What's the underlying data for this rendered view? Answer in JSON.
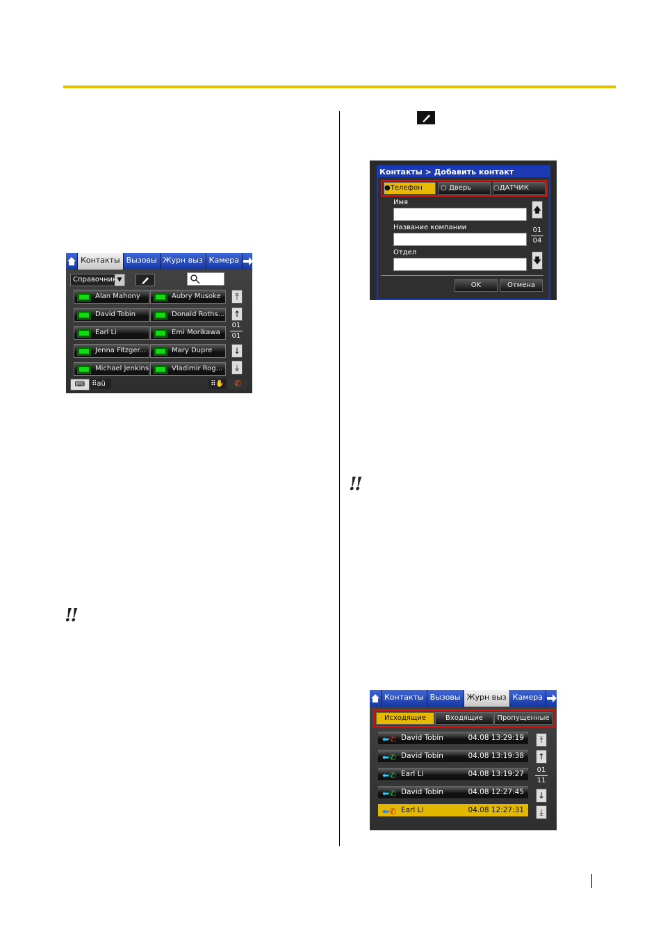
{
  "screen_contacts": {
    "tabs": [
      "Контакты",
      "Вызовы",
      "Журн выз",
      "Камера"
    ],
    "directory_select": "Справочник",
    "contacts": [
      [
        "Alan Mahony",
        "Aubry Musoke"
      ],
      [
        "David Tobin",
        "Donald Roths..."
      ],
      [
        "Earl Li",
        "Emi Morikawa"
      ],
      [
        "Jenna Fitzger...",
        "Mary Dupre"
      ],
      [
        "Michael Jenkins",
        "Vladimir Rog..."
      ]
    ],
    "pager": {
      "current": "01",
      "total": "01"
    },
    "keypad_label": "aü"
  },
  "screen_add_contact": {
    "title": "Контакты > Добавить контакт",
    "types": [
      "Телефон",
      "Дверь",
      "ДАТЧИК"
    ],
    "fields": [
      "Имя",
      "Название компании",
      "Отдел"
    ],
    "pager": {
      "current": "01",
      "total": "04"
    },
    "ok": "OK",
    "cancel": "Отмена"
  },
  "screen_call_log": {
    "tabs": [
      "Контакты",
      "Вызовы",
      "Журн выз",
      "Камера"
    ],
    "filters": [
      "Исходящие",
      "Входящие",
      "Пропущенные"
    ],
    "rows": [
      {
        "name": "David Tobin",
        "time": "04.08 13:29:19",
        "icon_color": "#e02020"
      },
      {
        "name": "David Tobin",
        "time": "04.08 13:19:38",
        "icon_color": "#20c040"
      },
      {
        "name": "Earl Li",
        "time": "04.08 13:19:27",
        "icon_color": "#20c040"
      },
      {
        "name": "David Tobin",
        "time": "04.08 12:27:45",
        "icon_color": "#20c040"
      },
      {
        "name": "Earl Li",
        "time": "04.08 12:27:31",
        "icon_color": "#e02020"
      }
    ],
    "pager": {
      "current": "01",
      "total": "11"
    }
  },
  "colors": {
    "rule": "#e3c000",
    "tab_blue": "#1b3a9a",
    "highlight": "#e3b800",
    "red_frame": "#e01010"
  }
}
